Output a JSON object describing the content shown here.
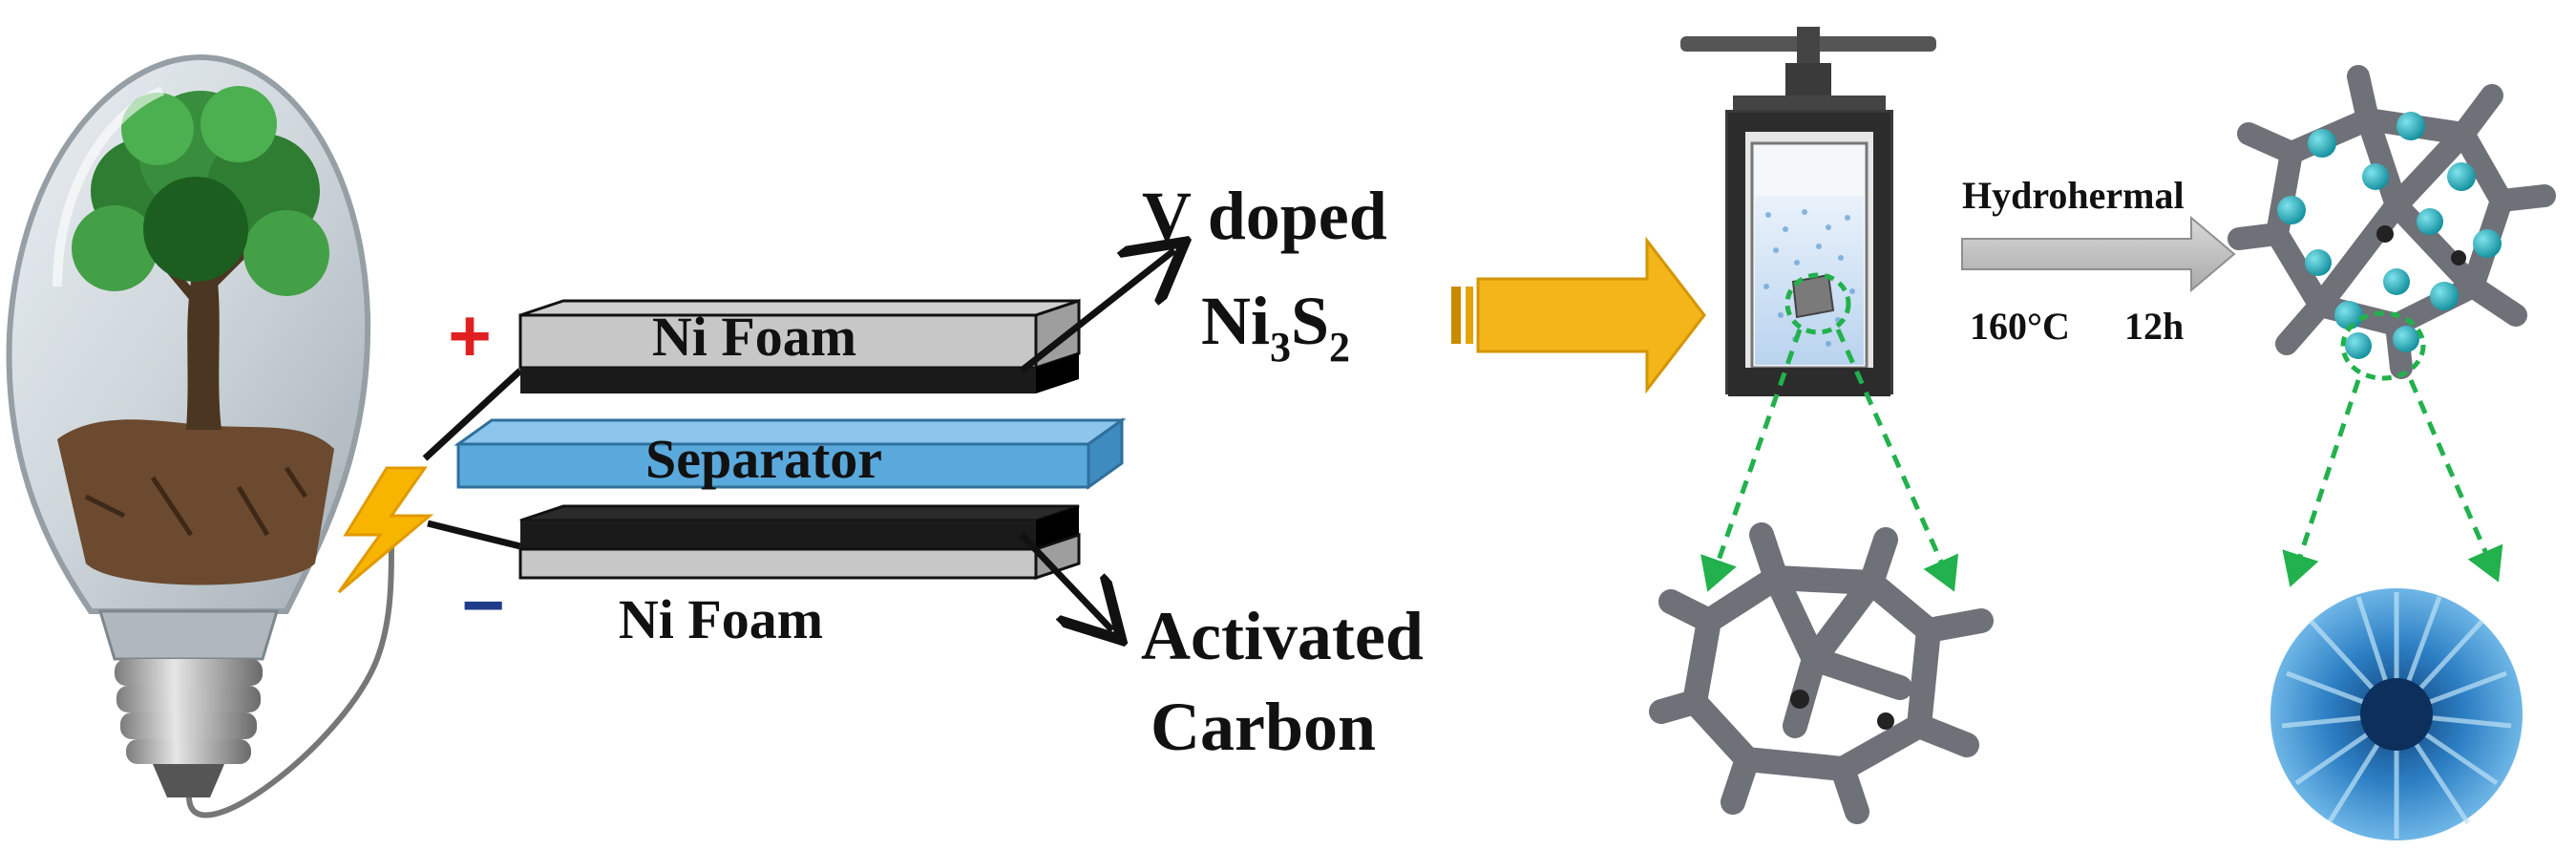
{
  "device": {
    "top_electrode": "Ni Foam",
    "separator": "Separator",
    "bottom_electrode": "Ni Foam",
    "positive_sign": "+",
    "negative_sign": "−"
  },
  "labels": {
    "cathode_line1": "V doped",
    "cathode_line2_base": "Ni",
    "cathode_line2_sub1": "3",
    "cathode_line2_mid": "S",
    "cathode_line2_sub2": "2",
    "anode_line1": "Activated",
    "anode_line2": "Carbon"
  },
  "process": {
    "method": "Hydrohermal",
    "temperature": "160°C",
    "time": "12h"
  },
  "colors": {
    "separator_fill": "#5aa9dc",
    "yellow_arrow": "#f4b51a",
    "green_dashed": "#22b14c",
    "positive_red": "#e02020",
    "negative_blue": "#1f3c88",
    "foam_gray": "#6e7178",
    "ball_cyan": "#19a9b8",
    "flower_blue": "#2d7fc4"
  }
}
